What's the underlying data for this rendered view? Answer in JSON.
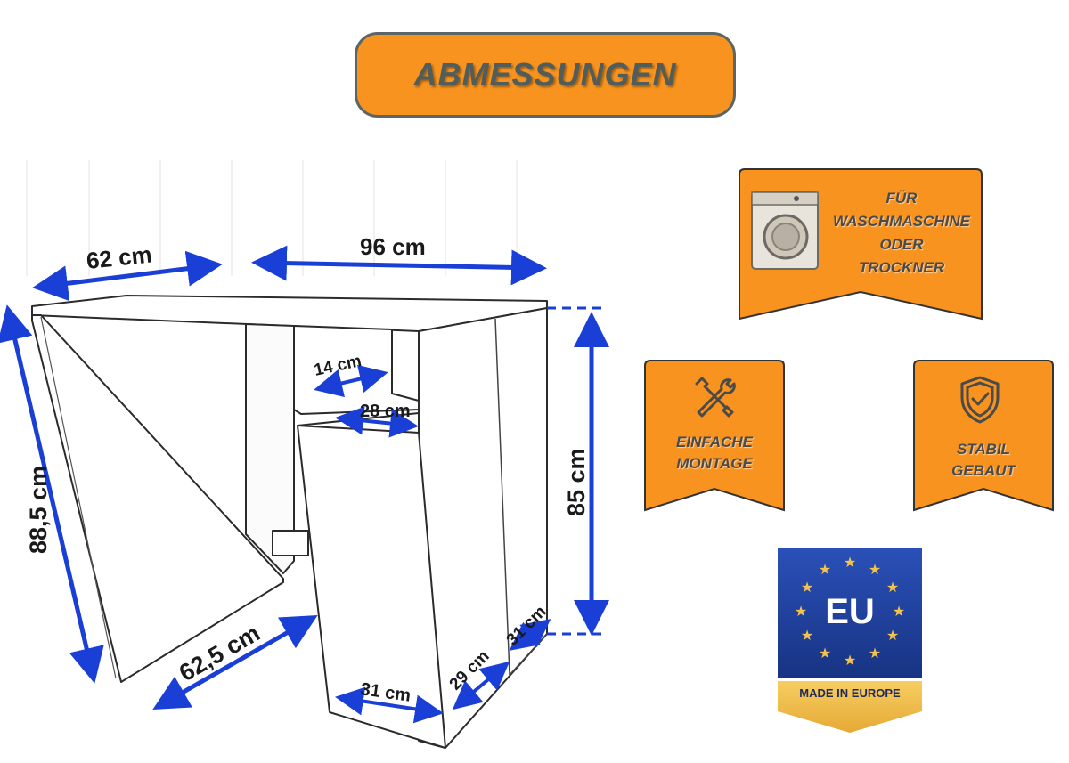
{
  "header": {
    "title": "ABMESSUNGEN"
  },
  "dimensions": {
    "top_depth": "62 cm",
    "top_width": "96 cm",
    "height_left": "88,5 cm",
    "height_right": "85 cm",
    "bottom_depth": "62,5 cm",
    "inner_depth": "14 cm",
    "drawer_top": "28 cm",
    "drawer_bottom": "31 cm",
    "side_depth": "29 cm",
    "side_width": "31 cm"
  },
  "badges": {
    "washer": {
      "line1": "FÜR",
      "line2": "WASCHMASCHINE",
      "line3": "ODER",
      "line4": "TROCKNER",
      "icon": "washing-machine-icon"
    },
    "assembly": {
      "line1": "EINFACHE",
      "line2": "MONTAGE",
      "icon": "wrench-screwdriver-icon"
    },
    "stable": {
      "line1": "STABIL",
      "line2": "GEBAUT",
      "icon": "shield-check-icon"
    },
    "eu": {
      "label": "EU",
      "made_in": "MADE IN EUROPE"
    }
  },
  "colors": {
    "accent_orange": "#f7931e",
    "arrow_blue": "#1a3fd6",
    "eu_blue": "#1c3f9c",
    "eu_gold": "#f2c14e"
  }
}
